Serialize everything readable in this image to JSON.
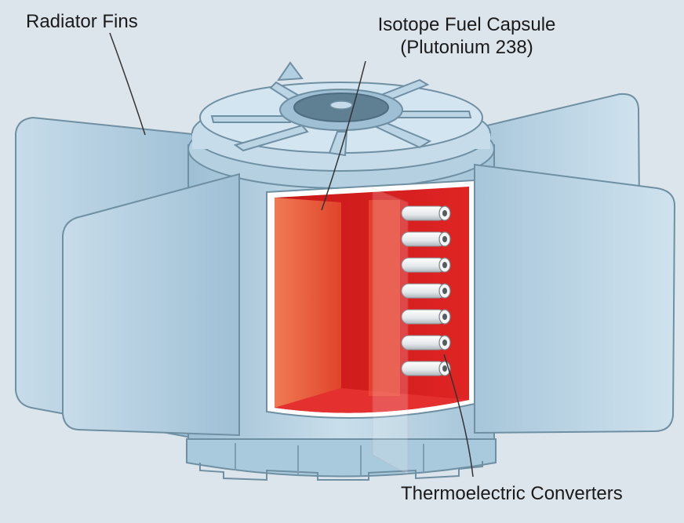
{
  "labels": {
    "radiator_fins": "Radiator Fins",
    "fuel_capsule_line1": "Isotope Fuel Capsule",
    "fuel_capsule_line2": "(Plutonium 238)",
    "thermoelectric_converters": "Thermoelectric Converters"
  },
  "colors": {
    "background": "#dde5ec",
    "fin": "#b3d0e2",
    "body": "#a9c9dc",
    "heat_source": "#e02424",
    "text": "#1a1a1a"
  },
  "converter_count": 7
}
